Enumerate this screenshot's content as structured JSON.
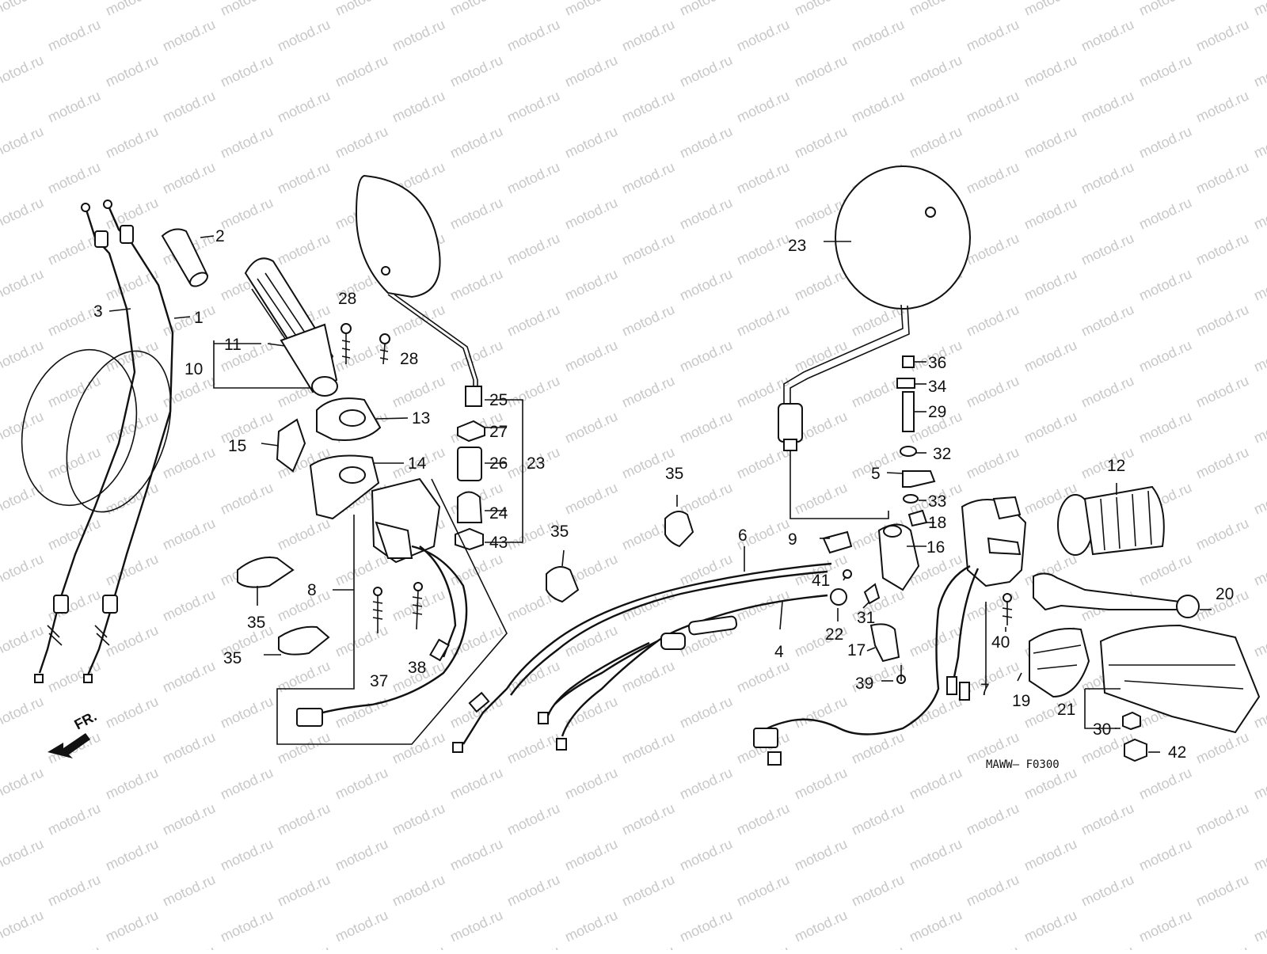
{
  "diagram": {
    "drawing_code": "MAWW– F0300",
    "front_marker": "FR.",
    "watermark": "motod.ru",
    "line_color": "#111111",
    "background_color": "#ffffff",
    "watermark_color": "#c8c8c8",
    "callouts": {
      "c1": "1",
      "c2": "2",
      "c3": "3",
      "c4": "4",
      "c5": "5",
      "c6": "6",
      "c7": "7",
      "c8": "8",
      "c9": "9",
      "c10": "10",
      "c11": "11",
      "c12": "12",
      "c13": "13",
      "c14": "14",
      "c15": "15",
      "c16": "16",
      "c17": "17",
      "c18": "18",
      "c19": "19",
      "c20": "20",
      "c21": "21",
      "c22": "22",
      "c23a": "23",
      "c23b": "23",
      "c24": "24",
      "c25": "25",
      "c26": "26",
      "c27": "27",
      "c28a": "28",
      "c28b": "28",
      "c29": "29",
      "c30": "30",
      "c31": "31",
      "c32": "32",
      "c33": "33",
      "c34": "34",
      "c35a": "35",
      "c35b": "35",
      "c35c": "35",
      "c35d": "35",
      "c35e": "35",
      "c36": "36",
      "c37": "37",
      "c38": "38",
      "c39": "39",
      "c40": "40",
      "c41": "41",
      "c42": "42",
      "c43": "43"
    }
  }
}
